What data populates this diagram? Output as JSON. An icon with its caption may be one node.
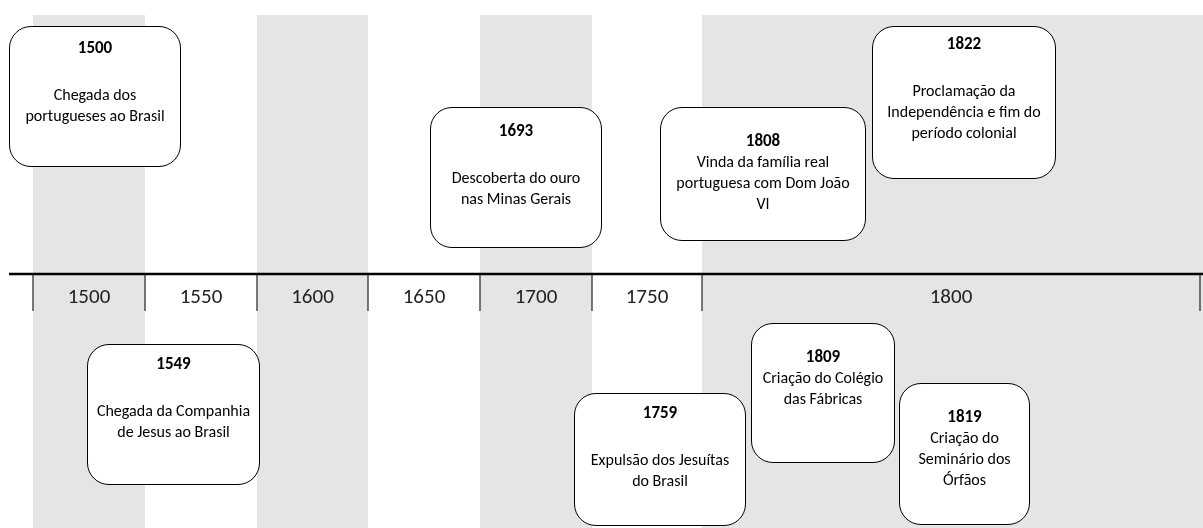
{
  "diagram": {
    "nodes": [
      {
        "text": [
          "1500",
          "Chegada dos portugueses ao Brasil"
        ]
      },
      {
        "text": [
          "1693",
          "Descoberta do ouro nas Minas Gerais"
        ]
      },
      {
        "text": [
          "1808",
          "Vinda da família real portuguesa com Dom João VI"
        ]
      },
      {
        "text": [
          "1822",
          "Proclamação da Independência e fim do período colonial"
        ]
      },
      {
        "text": [
          "1549",
          "Chegada da Companhia de Jesus ao Brasil"
        ]
      },
      {
        "text": [
          "1759",
          "Expulsão dos Jesuítas do Brasil"
        ]
      },
      {
        "text": [
          "1809",
          "Criação do Colégio das Fábricas"
        ]
      },
      {
        "text": [
          "1819",
          "Criação do Seminário dos Órfãos"
        ]
      }
    ],
    "labels": [
      "1500",
      "1550",
      "1600",
      "1650",
      "1700",
      "1750",
      "1800"
    ]
  }
}
